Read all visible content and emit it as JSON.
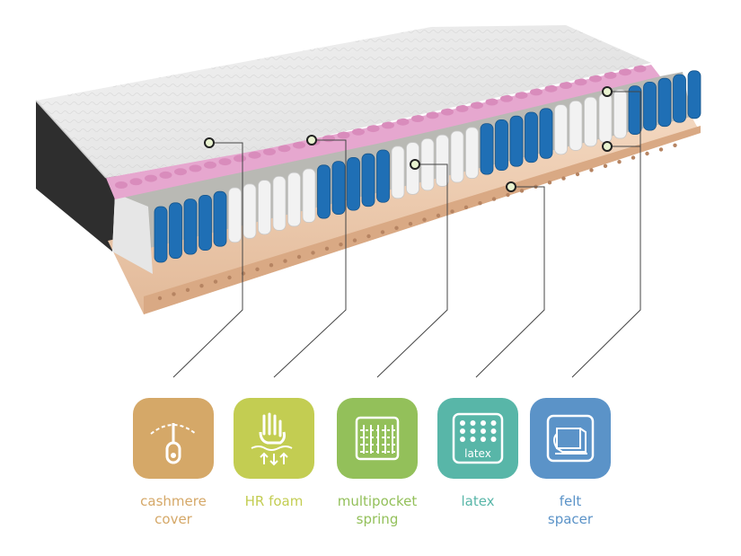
{
  "layers": [
    {
      "key": "cashmere",
      "label_line1": "cashmere",
      "label_line2": "cover",
      "color": "#d5a868",
      "icon": "zipper-icon"
    },
    {
      "key": "hrfoam",
      "label_line1": "HR foam",
      "label_line2": "",
      "color": "#c3cd52",
      "icon": "hand-press-icon"
    },
    {
      "key": "multipocket",
      "label_line1": "multipocket",
      "label_line2": "spring",
      "color": "#93c05a",
      "icon": "spring-coils-icon"
    },
    {
      "key": "latex",
      "label_line1": "latex",
      "label_line2": "",
      "color": "#58b6a8",
      "icon": "latex-dots-icon",
      "icon_text": "latex"
    },
    {
      "key": "felt",
      "label_line1": "felt",
      "label_line2": "",
      "color": "#5b93c8",
      "icon": "felt-layers-icon",
      "label_line2b": "spacer"
    }
  ]
}
